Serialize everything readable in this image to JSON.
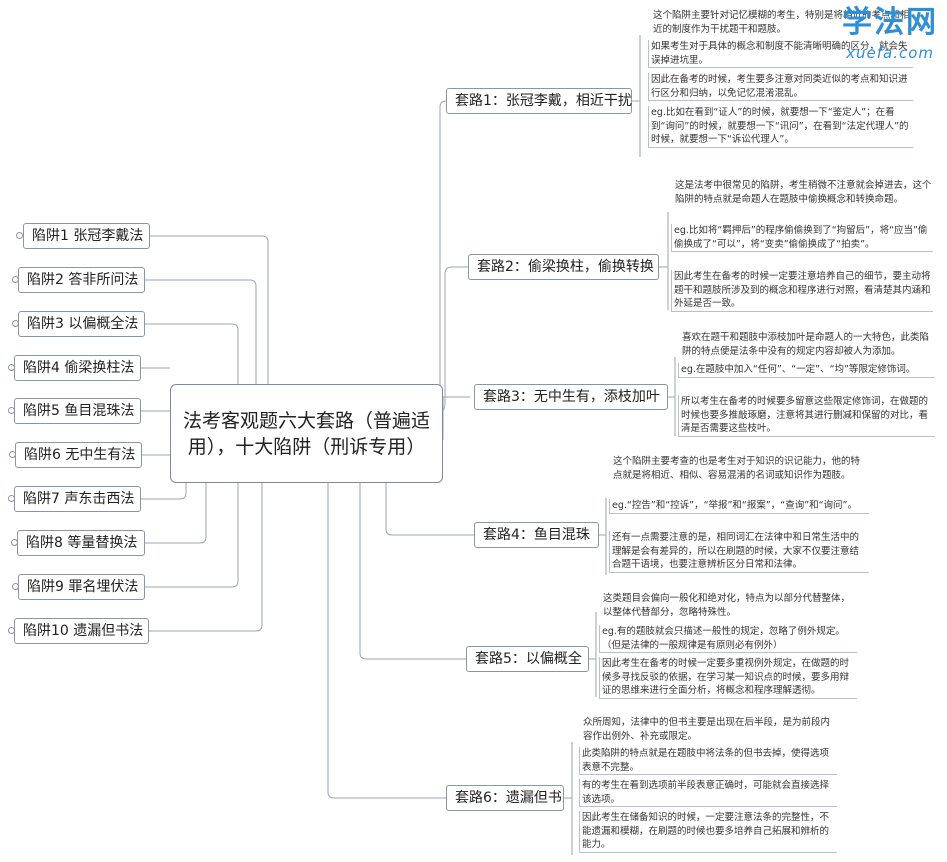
{
  "center": {
    "title": "法考客观题六大套路（普遍适用），十大陷阱（刑诉专用）"
  },
  "traps": [
    "陷阱1 张冠李戴法",
    "陷阱2 答非所问法",
    "陷阱3 以偏概全法",
    "陷阱4 偷梁换柱法",
    "陷阱5 鱼目混珠法",
    "陷阱6 无中生有法",
    "陷阱7 声东击西法",
    "陷阱8 等量替换法",
    "陷阱9 罪名埋伏法",
    "陷阱10 遗漏但书法"
  ],
  "routes": [
    {
      "label": "套路1：张冠李戴，相近干扰",
      "notes": [
        "这个陷阱主要针对记忆模糊的考生，特别是将相近的考点和相近的制度作为干扰题干和题肢。",
        "如果考生对于具体的概念和制度不能清晰明确的区分，就会失误掉进坑里。",
        "因此在备考的时候，考生要多注意对同类近似的考点和知识进行区分和归纳，以免记忆混淆混乱。",
        "eg.比如在看到“证人”的时候，就要想一下“鉴定人”；在看到“询问”的时候，就要想一下“讯问”，在看到“法定代理人”的时候，就要想一下“诉讼代理人”。"
      ]
    },
    {
      "label": "套路2：偷梁换柱，偷换转换",
      "notes": [
        "这是法考中很常见的陷阱，考生稍微不注意就会掉进去，这个陷阱的特点就是命题人在题肢中偷换概念和转换命题。",
        "eg.比如将“羁押后”的程序偷偷换到了“拘留后”，将“应当”偷偷换成了“可以”，将“变卖”偷偷换成了“拍卖”。",
        "因此考生在备考的时候一定要注意培养自己的细节，要主动将题干和题肢所涉及到的概念和程序进行对照，看清楚其内涵和外延是否一致。"
      ]
    },
    {
      "label": "套路3：无中生有，添枝加叶",
      "notes": [
        "喜欢在题干和题肢中添枝加叶是命题人的一大特色，此类陷阱的特点便是法条中没有的规定内容却被人为添加。",
        "eg.在题肢中加入“任何”、“一定”、“均”等限定修饰词。",
        "所以考生在备考的时候要多留意这些限定修饰词，在做题的时候也要多推敲琢磨，注意将其进行删减和保留的对比，看清是否需要这些枝叶。"
      ]
    },
    {
      "label": "套路4：鱼目混珠",
      "notes": [
        "这个陷阱主要考查的也是考生对于知识的识记能力，他的特点就是将相近、相似、容易混淆的名词或知识作为题肢。",
        "eg.“控告”和“控诉”，“举报”和“报案”，“查询”和“询问”。",
        "还有一点需要注意的是，相同词汇在法律中和日常生活中的理解是会有差异的，所以在刷题的时候，大家不仅要注意结合题干语境，也要注意辨析区分日常和法律。"
      ]
    },
    {
      "label": "套路5：以偏概全",
      "notes": [
        "这类题目会偏向一般化和绝对化，特点为以部分代替整体，以整体代替部分，忽略特殊性。",
        "eg.有的题肢就会只描述一般性的规定，忽略了例外规定。（但是法律的一般规律是有原则必有例外）",
        "因此考生在备考的时候一定要多重视例外规定，在做题的时候多寻找反驳的依据，在学习某一知识点的时候，要多用辩证的思维来进行全面分析，将概念和程序理解透彻。"
      ]
    },
    {
      "label": "套路6：遗漏但书",
      "notes": [
        "众所周知，法律中的但书主要是出现在后半段，是为前段内容作出例外、补充或限定。",
        "此类陷阱的特点就是在题肢中将法条的但书去掉，使得选项表意不完整。",
        "有的考生在看到选项前半段表意正确时，可能就会直接选择该选项。",
        "因此考生在储备知识的时候，一定要注意法条的完整性，不能遗漏和模糊，在刷题的时候也要多培养自己拓展和辨析的能力。"
      ]
    }
  ],
  "logo": {
    "big": "学法网",
    "small": "xuefa.com"
  }
}
